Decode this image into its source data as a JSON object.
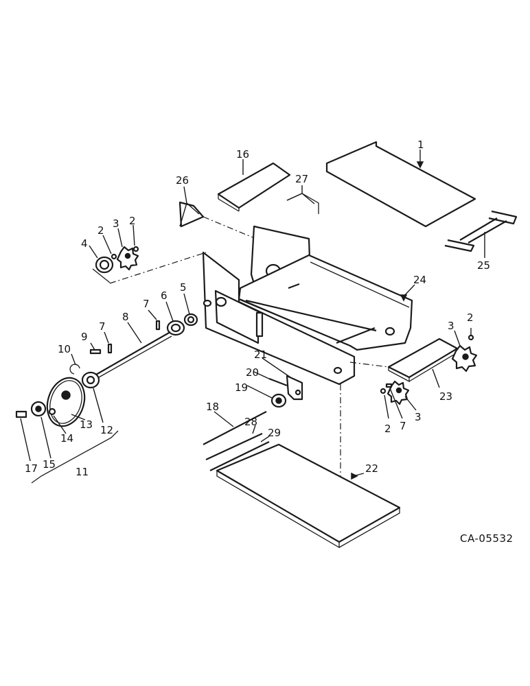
{
  "drawing_code": "CA-05532",
  "callouts": {
    "c1": "1",
    "c2a": "2",
    "c2b": "2",
    "c2c": "2",
    "c2d": "2",
    "c3a": "3",
    "c3b": "3",
    "c3c": "3",
    "c4": "4",
    "c5": "5",
    "c6": "6",
    "c7a": "7",
    "c7b": "7",
    "c7c": "7",
    "c8": "8",
    "c9": "9",
    "c10": "10",
    "c11": "11",
    "c12": "12",
    "c13": "13",
    "c14": "14",
    "c15": "15",
    "c16": "16",
    "c17": "17",
    "c18": "18",
    "c19": "19",
    "c20": "20",
    "c21": "21",
    "c22": "22",
    "c23": "23",
    "c24": "24",
    "c25": "25",
    "c26": "26",
    "c27": "27",
    "c28": "28",
    "c29": "29"
  }
}
